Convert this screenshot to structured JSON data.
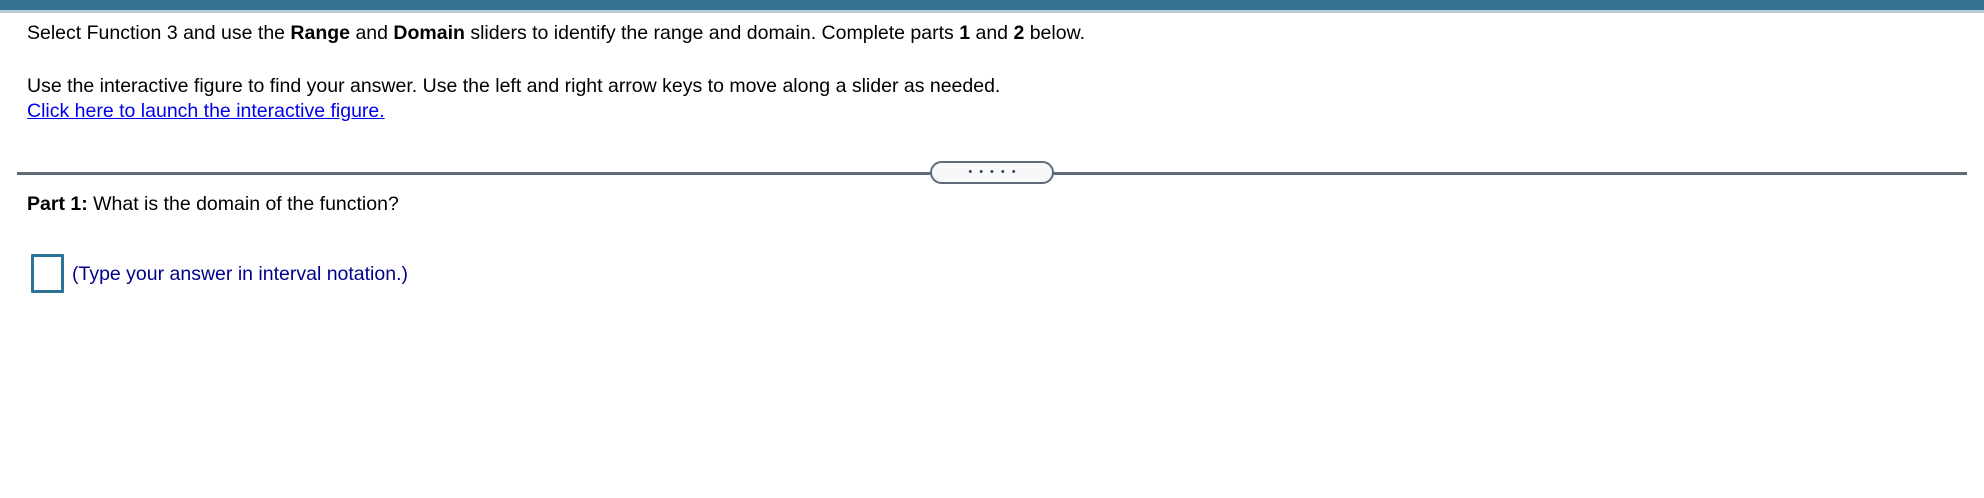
{
  "top_bar": {
    "bar_color": "#36718F",
    "accent_strip_color": "#B9CDD9"
  },
  "instructions": {
    "sentence1": {
      "t1": "Select Function 3 and use the ",
      "b1": "Range",
      "t2": " and ",
      "b2": "Domain",
      "t3": " sliders to identify the range and domain. Complete parts ",
      "b3": "1",
      "t4": " and ",
      "b4": "2",
      "t5": " below."
    },
    "sentence2": "Use the interactive figure to find your answer. Use the left and right arrow keys to move along a slider as needed.",
    "launch_link": "Click here to launch the interactive figure.",
    "link_color": "#0000EE"
  },
  "divider": {
    "handle_dots": "•••••",
    "line_color": "#5D6B7B",
    "handle_fill": "#F7F8F9"
  },
  "part1": {
    "label": "Part 1:",
    "question": " What is the domain of the function?",
    "answer_value": "",
    "hint": "(Type your answer in interval notation.)",
    "answer_box_border_color": "#2E7396",
    "hint_color": "#00008B"
  }
}
